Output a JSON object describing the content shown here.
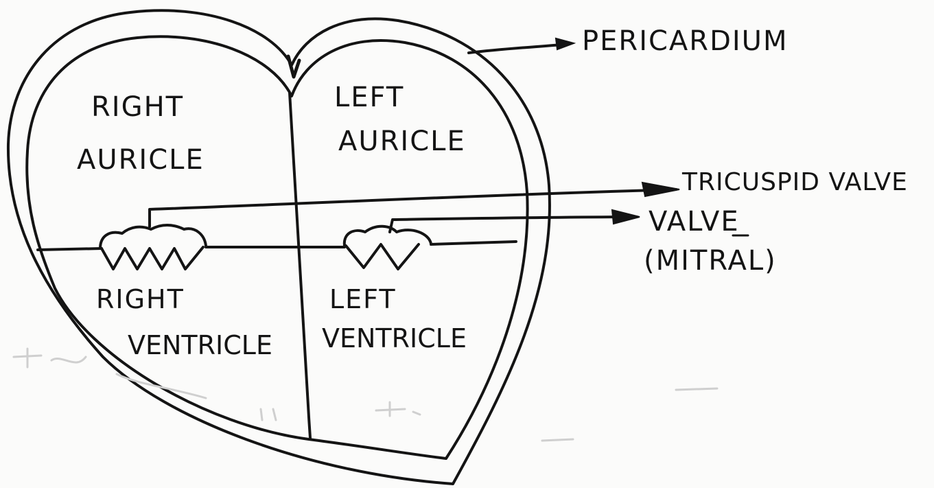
{
  "colors": {
    "ink": "#141414",
    "paper": "#fbfbfa"
  },
  "labels": {
    "right_auricle_line1": "RIGHT",
    "right_auricle_line2": "AURICLE",
    "left_auricle_line1": "LEFT",
    "left_auricle_line2": "AURICLE",
    "right_ventricle_line1": "RIGHT",
    "right_ventricle_line2": "VENTRICLE",
    "left_ventricle_line1": "LEFT",
    "left_ventricle_line2": "VENTRICLE",
    "pericardium": "PERICARDIUM",
    "tricuspid_valve": "TRICUSPID VALVE",
    "mitral_valve_line1": "VALVE",
    "mitral_valve_line2": "(MITRAL)"
  }
}
